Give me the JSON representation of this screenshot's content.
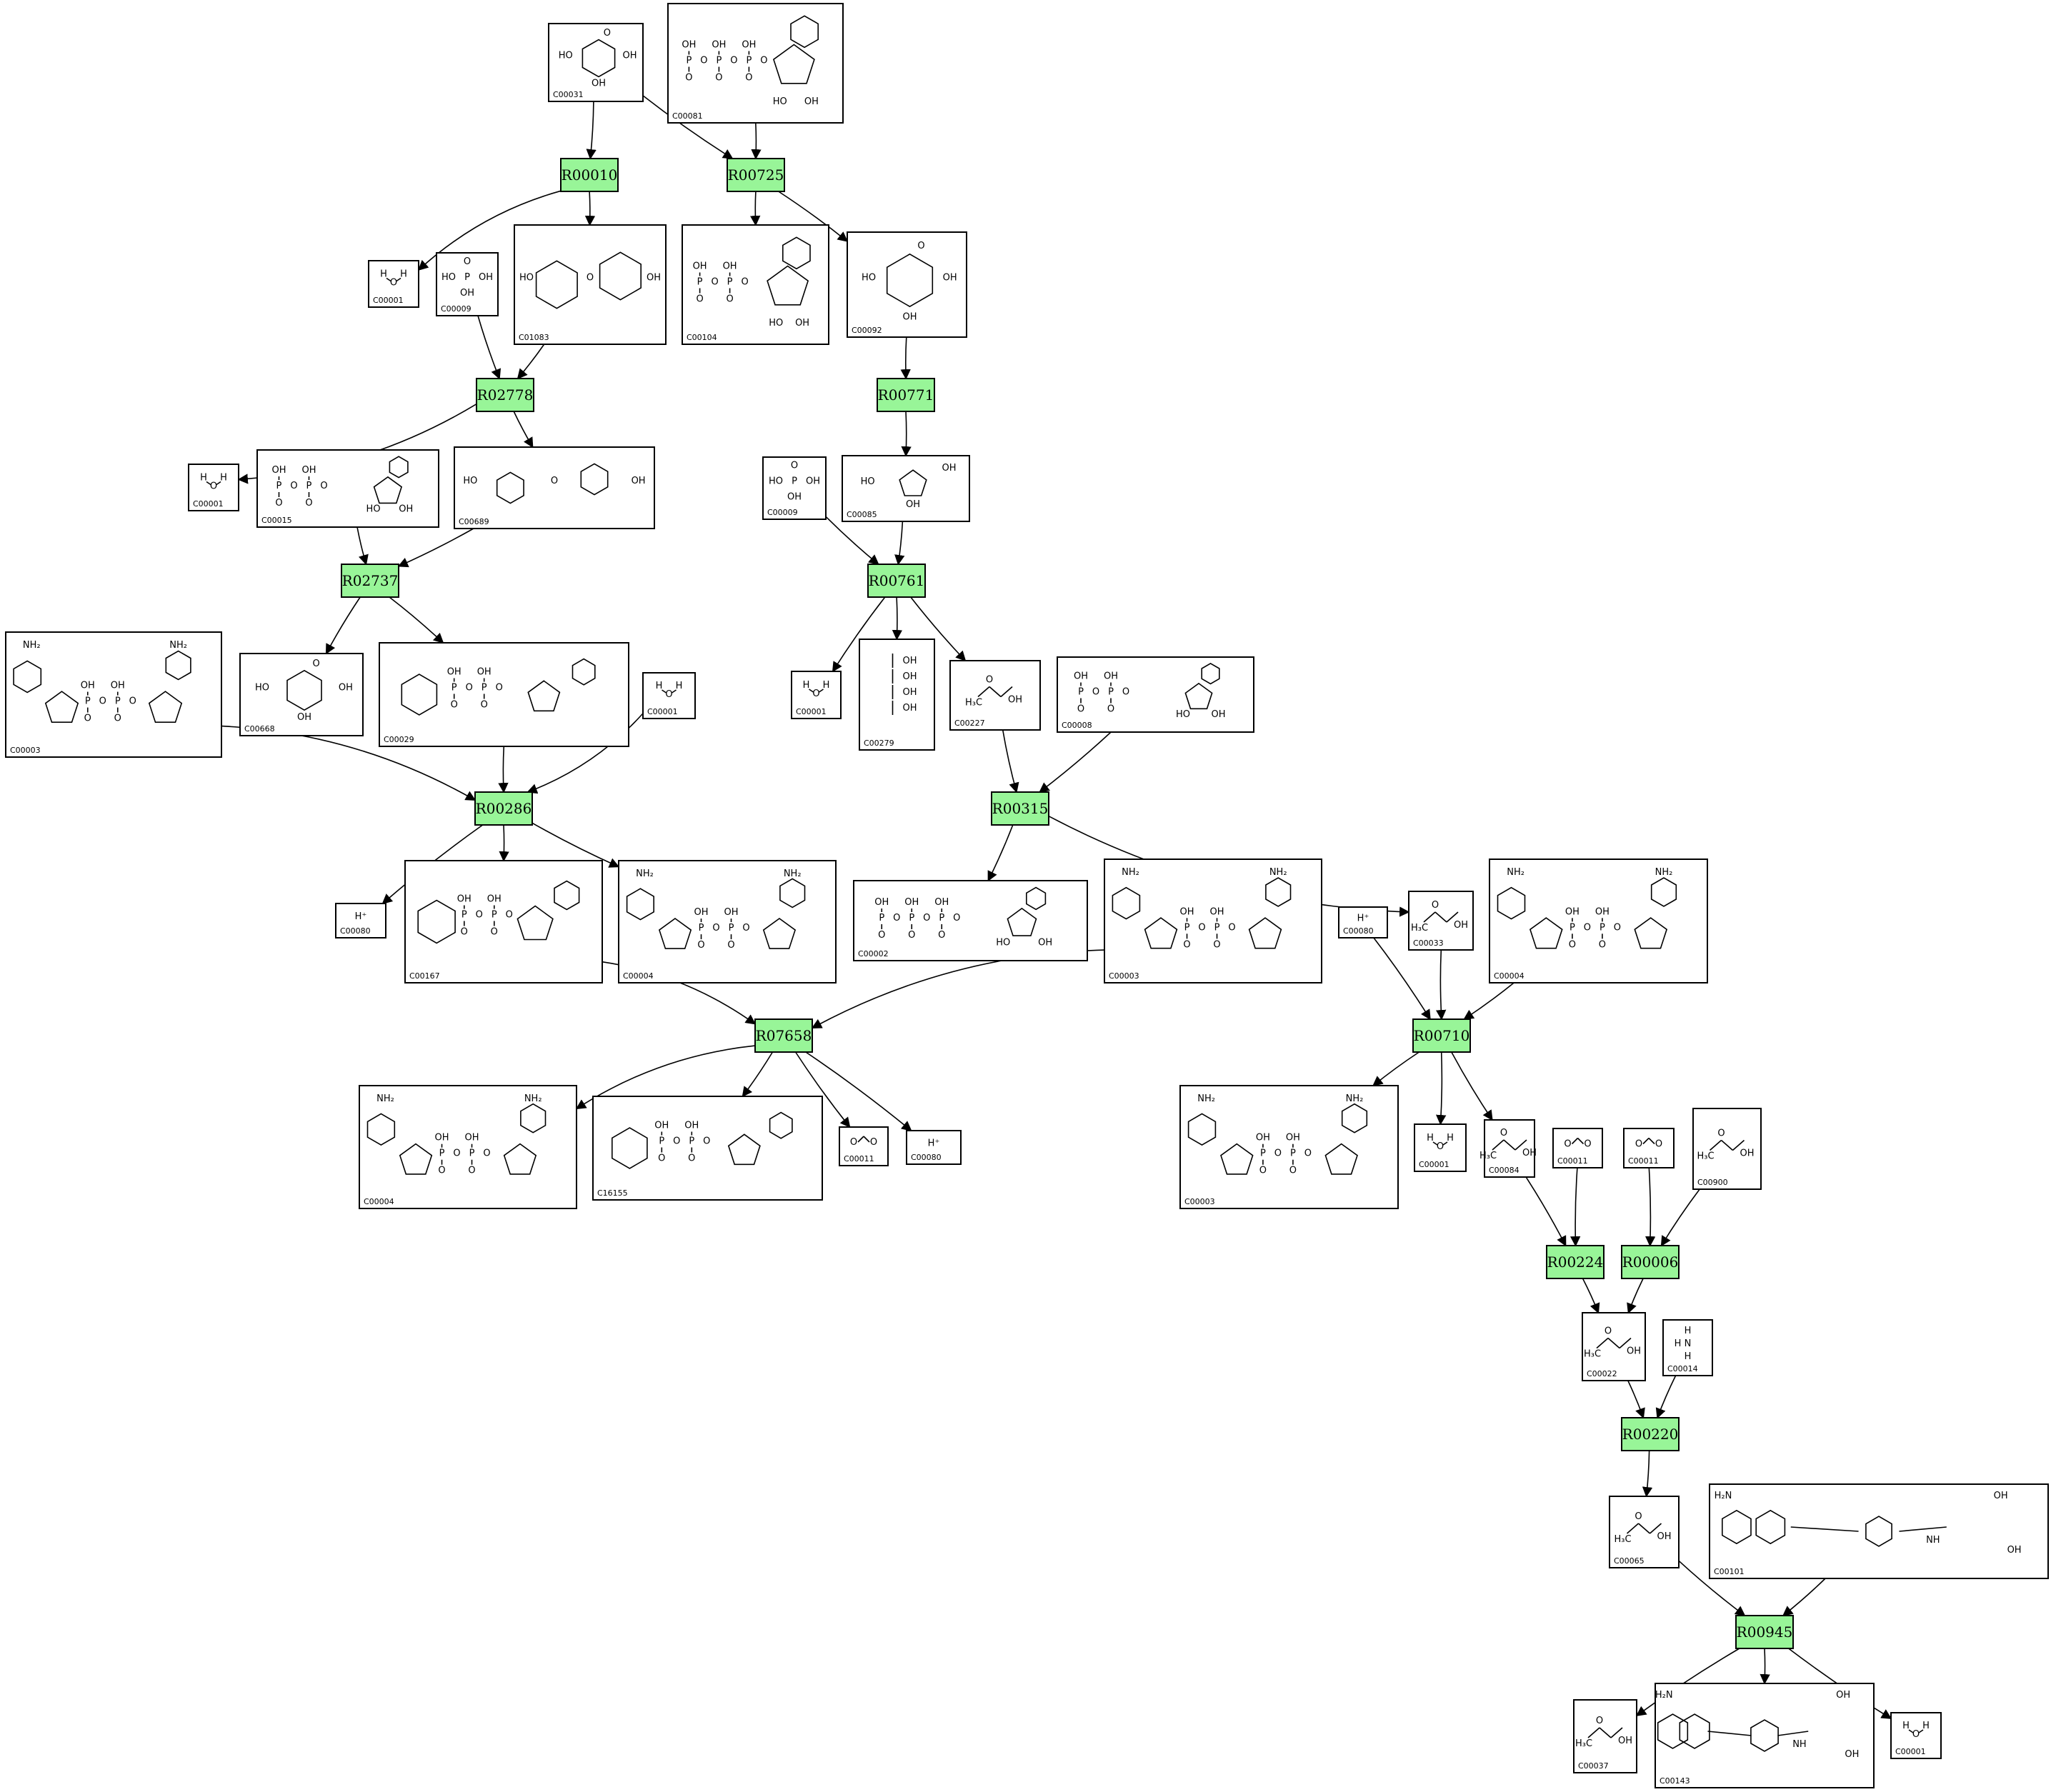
{
  "colors": {
    "reaction_fill": "#98f598",
    "compound_fill": "#ffffff",
    "stroke": "#000000"
  },
  "reactions": [
    {
      "id": "R00010",
      "label": "R00010"
    },
    {
      "id": "R00725",
      "label": "R00725"
    },
    {
      "id": "R02778",
      "label": "R02778"
    },
    {
      "id": "R00771",
      "label": "R00771"
    },
    {
      "id": "R02737",
      "label": "R02737"
    },
    {
      "id": "R00761",
      "label": "R00761"
    },
    {
      "id": "R00286",
      "label": "R00286"
    },
    {
      "id": "R00315",
      "label": "R00315"
    },
    {
      "id": "R07658",
      "label": "R07658"
    },
    {
      "id": "R00710",
      "label": "R00710"
    },
    {
      "id": "R00224",
      "label": "R00224"
    },
    {
      "id": "R00006",
      "label": "R00006"
    },
    {
      "id": "R00220",
      "label": "R00220"
    },
    {
      "id": "R00945",
      "label": "R00945"
    }
  ],
  "compounds": [
    {
      "id": "c00031",
      "label": "C00031",
      "kind": "pyranose"
    },
    {
      "id": "c00081",
      "label": "C00081",
      "kind": "nucleotide3"
    },
    {
      "id": "c00001_a",
      "label": "C00001",
      "kind": "water"
    },
    {
      "id": "c00009_a",
      "label": "C00009",
      "kind": "phosphate"
    },
    {
      "id": "c01083",
      "label": "C01083",
      "kind": "disaccharide"
    },
    {
      "id": "c00104",
      "label": "C00104",
      "kind": "nucleotide2"
    },
    {
      "id": "c00092",
      "label": "C00092",
      "kind": "pyranose"
    },
    {
      "id": "c00001_b",
      "label": "C00001",
      "kind": "water"
    },
    {
      "id": "c00015",
      "label": "C00015",
      "kind": "nucleotide2"
    },
    {
      "id": "c00689",
      "label": "C00689",
      "kind": "disaccharide"
    },
    {
      "id": "c00009_b",
      "label": "C00009",
      "kind": "phosphate"
    },
    {
      "id": "c00085",
      "label": "C00085",
      "kind": "furanose"
    },
    {
      "id": "c00003_a",
      "label": "C00003",
      "kind": "dinucleotide"
    },
    {
      "id": "c00668",
      "label": "C00668",
      "kind": "pyranose"
    },
    {
      "id": "c00029",
      "label": "C00029",
      "kind": "sugarnucleotide"
    },
    {
      "id": "c00001_c",
      "label": "C00001",
      "kind": "water"
    },
    {
      "id": "c00001_d",
      "label": "C00001",
      "kind": "water"
    },
    {
      "id": "c00279",
      "label": "C00279",
      "kind": "chain"
    },
    {
      "id": "c00227",
      "label": "C00227",
      "kind": "small"
    },
    {
      "id": "c00008",
      "label": "C00008",
      "kind": "nucleotide2"
    },
    {
      "id": "c00080_a",
      "label": "C00080",
      "kind": "proton"
    },
    {
      "id": "c00167",
      "label": "C00167",
      "kind": "sugarnucleotide"
    },
    {
      "id": "c00004_a",
      "label": "C00004",
      "kind": "dinucleotide"
    },
    {
      "id": "c00002",
      "label": "C00002",
      "kind": "nucleotide3"
    },
    {
      "id": "c00003_b",
      "label": "C00003",
      "kind": "dinucleotide"
    },
    {
      "id": "c00080_b",
      "label": "C00080",
      "kind": "proton"
    },
    {
      "id": "c00033",
      "label": "C00033",
      "kind": "small"
    },
    {
      "id": "c00004_b",
      "label": "C00004",
      "kind": "dinucleotide"
    },
    {
      "id": "c00004_c",
      "label": "C00004",
      "kind": "dinucleotide"
    },
    {
      "id": "c16155",
      "label": "C16155",
      "kind": "sugarnucleotide"
    },
    {
      "id": "c00011_a",
      "label": "C00011",
      "kind": "co2"
    },
    {
      "id": "c00080_c",
      "label": "C00080",
      "kind": "proton"
    },
    {
      "id": "c00003_c",
      "label": "C00003",
      "kind": "dinucleotide"
    },
    {
      "id": "c00001_e",
      "label": "C00001",
      "kind": "water"
    },
    {
      "id": "c00084",
      "label": "C00084",
      "kind": "small"
    },
    {
      "id": "c00011_b",
      "label": "C00011",
      "kind": "co2"
    },
    {
      "id": "c00011_c",
      "label": "C00011",
      "kind": "co2"
    },
    {
      "id": "c00900",
      "label": "C00900",
      "kind": "small"
    },
    {
      "id": "c00022",
      "label": "C00022",
      "kind": "small"
    },
    {
      "id": "c00014",
      "label": "C00014",
      "kind": "ammonia"
    },
    {
      "id": "c00065",
      "label": "C00065",
      "kind": "small"
    },
    {
      "id": "c00101",
      "label": "C00101",
      "kind": "folate"
    },
    {
      "id": "c00037",
      "label": "C00037",
      "kind": "small"
    },
    {
      "id": "c00143",
      "label": "C00143",
      "kind": "folate"
    },
    {
      "id": "c00001_f",
      "label": "C00001",
      "kind": "water"
    }
  ],
  "edges": [
    [
      "c00031",
      "R00010"
    ],
    [
      "c00031",
      "R00725"
    ],
    [
      "c00081",
      "R00725"
    ],
    [
      "R00010",
      "c00001_a"
    ],
    [
      "R00010",
      "c01083"
    ],
    [
      "R00725",
      "c00104"
    ],
    [
      "R00725",
      "c00092"
    ],
    [
      "c00009_a",
      "R02778"
    ],
    [
      "c01083",
      "R02778"
    ],
    [
      "c00092",
      "R00771"
    ],
    [
      "R02778",
      "c00001_b"
    ],
    [
      "R02778",
      "c00689"
    ],
    [
      "R00771",
      "c00085"
    ],
    [
      "c00015",
      "R02737"
    ],
    [
      "c00689",
      "R02737"
    ],
    [
      "c00009_b",
      "R00761"
    ],
    [
      "c00085",
      "R00761"
    ],
    [
      "R02737",
      "c00668"
    ],
    [
      "R02737",
      "c00029"
    ],
    [
      "R00761",
      "c00001_d"
    ],
    [
      "R00761",
      "c00279"
    ],
    [
      "R00761",
      "c00227"
    ],
    [
      "c00003_a",
      "R00286"
    ],
    [
      "c00029",
      "R00286"
    ],
    [
      "c00001_c",
      "R00286"
    ],
    [
      "c00227",
      "R00315"
    ],
    [
      "c00008",
      "R00315"
    ],
    [
      "R00286",
      "c00080_a"
    ],
    [
      "R00286",
      "c00167"
    ],
    [
      "R00286",
      "c00004_a"
    ],
    [
      "R00315",
      "c00002"
    ],
    [
      "R00315",
      "c00033"
    ],
    [
      "c00167",
      "R07658"
    ],
    [
      "c00003_b",
      "R07658"
    ],
    [
      "c00080_b",
      "R00710"
    ],
    [
      "c00033",
      "R00710"
    ],
    [
      "c00004_b",
      "R00710"
    ],
    [
      "R07658",
      "c00004_c"
    ],
    [
      "R07658",
      "c16155"
    ],
    [
      "R07658",
      "c00011_a"
    ],
    [
      "R07658",
      "c00080_c"
    ],
    [
      "R00710",
      "c00003_c"
    ],
    [
      "R00710",
      "c00001_e"
    ],
    [
      "R00710",
      "c00084"
    ],
    [
      "c00084",
      "R00224"
    ],
    [
      "c00011_b",
      "R00224"
    ],
    [
      "c00011_c",
      "R00006"
    ],
    [
      "c00900",
      "R00006"
    ],
    [
      "R00224",
      "c00022"
    ],
    [
      "R00006",
      "c00022"
    ],
    [
      "c00022",
      "R00220"
    ],
    [
      "c00014",
      "R00220"
    ],
    [
      "R00220",
      "c00065"
    ],
    [
      "c00065",
      "R00945"
    ],
    [
      "c00101",
      "R00945"
    ],
    [
      "R00945",
      "c00037"
    ],
    [
      "R00945",
      "c00143"
    ],
    [
      "R00945",
      "c00001_f"
    ]
  ]
}
